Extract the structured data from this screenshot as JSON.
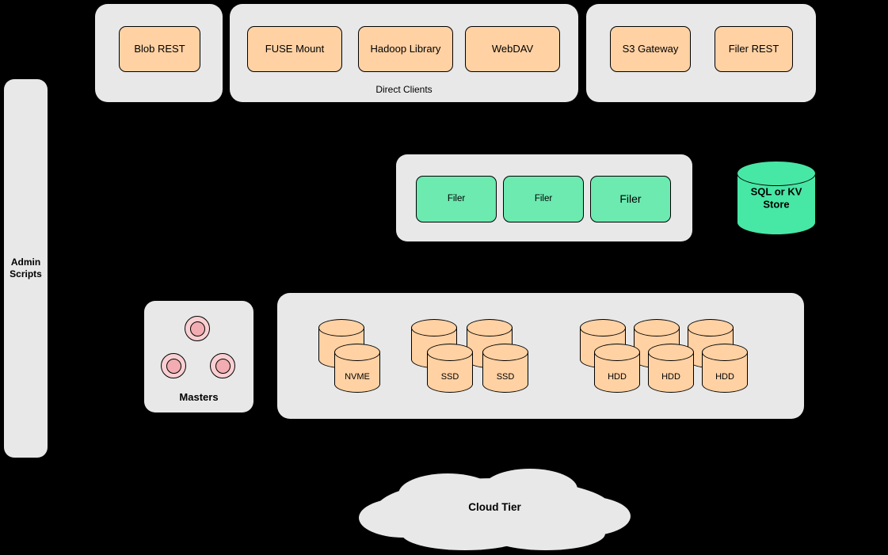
{
  "diagram": {
    "background": "#000000",
    "panel_color": "#e8e8e8",
    "colors": {
      "client_node": "#ffd1a3",
      "filer_node": "#6ceab0",
      "store_cylinder": "#47e7a5",
      "master_node_outer": "#f9cfd2",
      "master_node_inner": "#f2adb2",
      "disk_cylinder": "#ffd1a3"
    }
  },
  "client_tier": {
    "blob_group": {
      "buttons": [
        "Blob REST"
      ]
    },
    "direct_clients_group": {
      "caption": "Direct Clients",
      "buttons": [
        "FUSE Mount",
        "Hadoop Library",
        "WebDAV"
      ]
    },
    "gateway_group": {
      "buttons": [
        "S3 Gateway",
        "Filer REST"
      ]
    }
  },
  "admin_panel": {
    "label": "Admin\nScripts"
  },
  "filer_cluster": {
    "nodes": [
      "Filer",
      "Filer",
      "Filer"
    ]
  },
  "metadata_store": {
    "label": "SQL or KV\nStore"
  },
  "master_cluster": {
    "label": "Masters"
  },
  "volume_cluster": {
    "nvme_labels": [
      "NVME"
    ],
    "ssd_labels": [
      "SSD",
      "SSD"
    ],
    "hdd_labels": [
      "HDD",
      "HDD",
      "HDD"
    ]
  },
  "cloud_tier": {
    "label": "Cloud Tier"
  }
}
